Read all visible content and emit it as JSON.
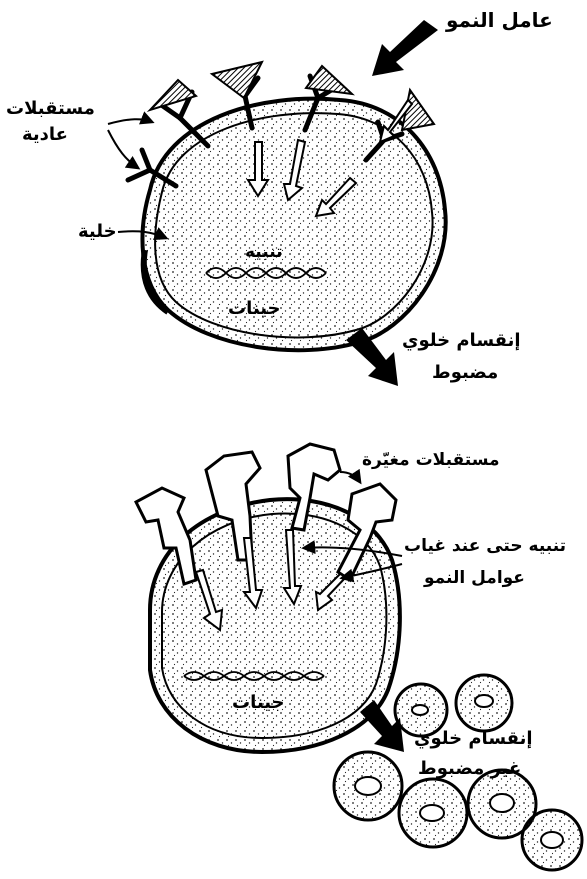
{
  "top": {
    "growth_factor": "عامل النمو",
    "normal_receptors_line1": "مستقبلات",
    "normal_receptors_line2": "عادية",
    "cell": "خلية",
    "stimulation": "تنبيه",
    "genes": "جينات",
    "division_line1": "إنقسام خلوي",
    "division_line2": "مضبوط"
  },
  "bottom": {
    "altered_receptors": "مستقبلات مغيّرة",
    "stimulation_line1": "تنبيه حتى عند غياب",
    "stimulation_line2": "عوامل النمو",
    "genes": "جينات",
    "division_line1": "إنقسام خلوي",
    "division_line2": "غير مضبوط"
  }
}
